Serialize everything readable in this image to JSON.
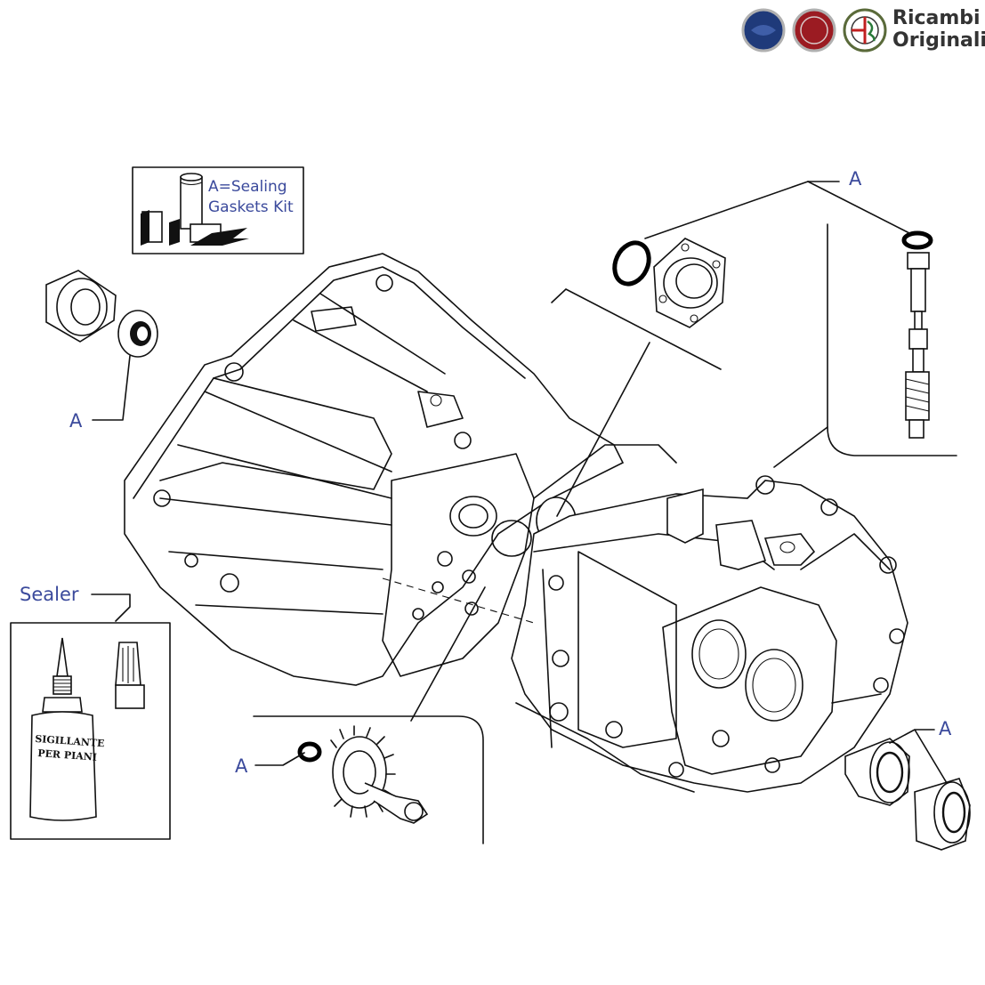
{
  "brand": {
    "line1": "Ricambi",
    "line2": "Originali",
    "logos": [
      "lancia-logo",
      "fiat-logo",
      "alfa-romeo-logo"
    ],
    "logo_colors": {
      "lancia": "#1f3a7a",
      "fiat": "#9b1b22",
      "alfa": "#5a6a3a"
    }
  },
  "kit_legend": {
    "text": "A=Sealing Gaskets Kit",
    "line1": "A=Sealing",
    "line2": "Gaskets Kit"
  },
  "callouts": {
    "top_right": "A",
    "left_bearing": "A",
    "bottom_gear": "A",
    "right_bushings": "A"
  },
  "sealer": {
    "label": "Sealer",
    "bottle_text_line1": "SIGILLANTE",
    "bottle_text_line2": "PER PIANI"
  },
  "colors": {
    "label_blue": "#3b4a9c",
    "line": "#111111"
  }
}
